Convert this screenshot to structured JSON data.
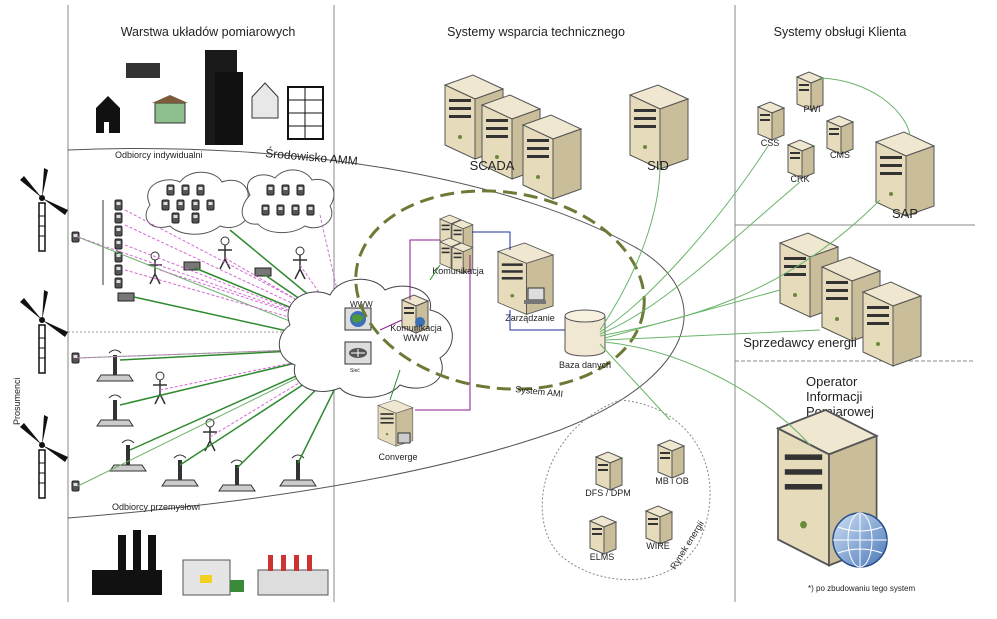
{
  "headers": {
    "metering_layer": "Warstwa układów pomiarowych",
    "tech_support": "Systemy wsparcia technicznego",
    "customer_service": "Systemy obsługi Klienta"
  },
  "zones": {
    "amm_environment": "Środowisko AMM",
    "individual_customers": "Odbiorcy indywidualni",
    "industrial_customers": "Odbiorcy przemysłowi",
    "prosumers": "Prosumenci",
    "ami_system": "System AMI",
    "energy_market": "Rynek energii"
  },
  "systems": {
    "scada": "SCADA",
    "sid": "SID",
    "sap": "SAP",
    "pwi": "PWI",
    "css": "CSS",
    "cms": "CMS",
    "crk": "CRK",
    "energy_sellers": "Sprzedawcy energii",
    "meter_operator": [
      "Operator",
      "Informacji",
      "Pomiarowej"
    ],
    "footnote": "*) po zbudowaniu tego system"
  },
  "ami": {
    "communication": "Komunikacja",
    "communication_www": [
      "Komunikacja",
      "WWW"
    ],
    "management": "Zarządzanie",
    "database": "Baza danych",
    "converge": "Converge",
    "network": "Sieć",
    "www_tag": "WWW"
  },
  "market": {
    "dfs_dpm": "DFS / DPM",
    "mb_ob": "MB i OB",
    "elms": "ELMS",
    "wire": "WIRE"
  }
}
